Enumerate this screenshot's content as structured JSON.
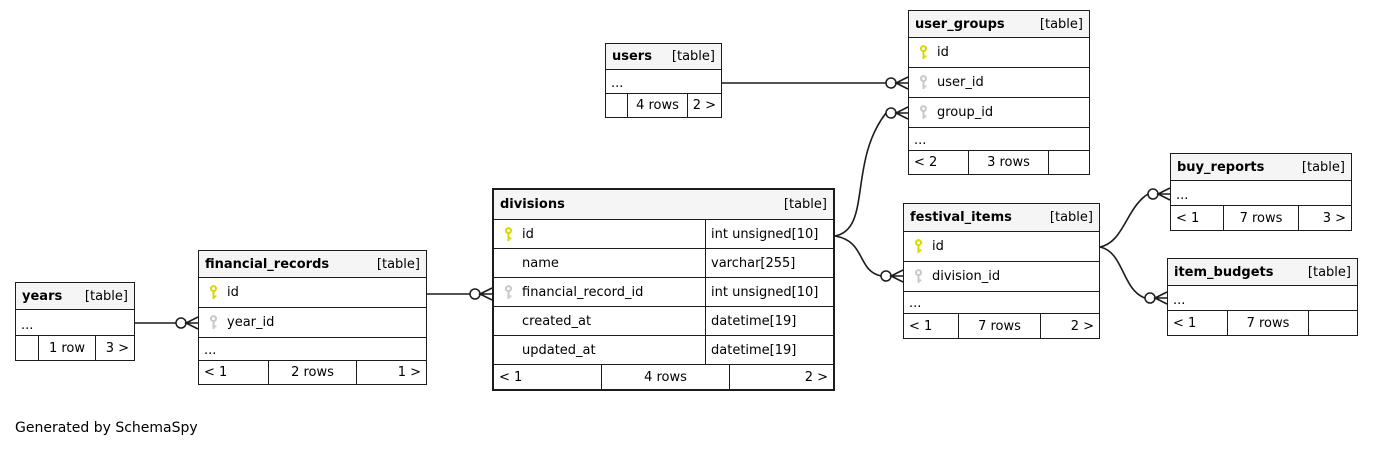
{
  "note": "Generated by SchemaSpy",
  "colors": {
    "header_bg": "#f5f5f5",
    "border": "#1c1c1c",
    "line": "#1c1c1c",
    "pk": "#d8d800",
    "fk": "#c9c9c9"
  },
  "tables": {
    "users": {
      "name": "users",
      "tag": "[table]",
      "ellipsis": "...",
      "footer": {
        "left": "",
        "center": "4 rows",
        "right": "2 >"
      }
    },
    "user_groups": {
      "name": "user_groups",
      "tag": "[table]",
      "ellipsis": "...",
      "columns": [
        {
          "label": "id",
          "key": "primary"
        },
        {
          "label": "user_id",
          "key": "foreign"
        },
        {
          "label": "group_id",
          "key": "foreign"
        }
      ],
      "footer": {
        "left": "< 2",
        "center": "3 rows",
        "right": ""
      }
    },
    "divisions": {
      "name": "divisions",
      "tag": "[table]",
      "columns": [
        {
          "label": "id",
          "key": "primary",
          "type": "int unsigned[10]"
        },
        {
          "label": "name",
          "key": "",
          "type": "varchar[255]"
        },
        {
          "label": "financial_record_id",
          "key": "foreign",
          "type": "int unsigned[10]"
        },
        {
          "label": "created_at",
          "key": "",
          "type": "datetime[19]"
        },
        {
          "label": "updated_at",
          "key": "",
          "type": "datetime[19]"
        }
      ],
      "footer": {
        "left": "< 1",
        "center": "4 rows",
        "right": "2 >"
      }
    },
    "financial_records": {
      "name": "financial_records",
      "tag": "[table]",
      "ellipsis": "...",
      "columns": [
        {
          "label": "id",
          "key": "primary"
        },
        {
          "label": "year_id",
          "key": "foreign"
        }
      ],
      "footer": {
        "left": "< 1",
        "center": "2 rows",
        "right": "1 >"
      }
    },
    "years": {
      "name": "years",
      "tag": "[table]",
      "ellipsis": "...",
      "footer": {
        "left": "",
        "center": "1 row",
        "right": "3 >"
      }
    },
    "festival_items": {
      "name": "festival_items",
      "tag": "[table]",
      "ellipsis": "...",
      "columns": [
        {
          "label": "id",
          "key": "primary"
        },
        {
          "label": "division_id",
          "key": "foreign"
        }
      ],
      "footer": {
        "left": "< 1",
        "center": "7 rows",
        "right": "2 >"
      }
    },
    "buy_reports": {
      "name": "buy_reports",
      "tag": "[table]",
      "ellipsis": "...",
      "footer": {
        "left": "< 1",
        "center": "7 rows",
        "right": "3 >"
      }
    },
    "item_budgets": {
      "name": "item_budgets",
      "tag": "[table]",
      "ellipsis": "...",
      "footer": {
        "left": "< 1",
        "center": "7 rows",
        "right": ""
      }
    }
  },
  "relationships": [
    {
      "from": "users",
      "to": "user_groups.user_id"
    },
    {
      "from": "divisions.id",
      "to": "user_groups.group_id"
    },
    {
      "from": "divisions.id",
      "to": "festival_items.division_id"
    },
    {
      "from": "financial_records.id",
      "to": "divisions.financial_record_id"
    },
    {
      "from": "years",
      "to": "financial_records.year_id"
    },
    {
      "from": "festival_items.id",
      "to": "buy_reports"
    },
    {
      "from": "festival_items.id",
      "to": "item_budgets"
    }
  ]
}
